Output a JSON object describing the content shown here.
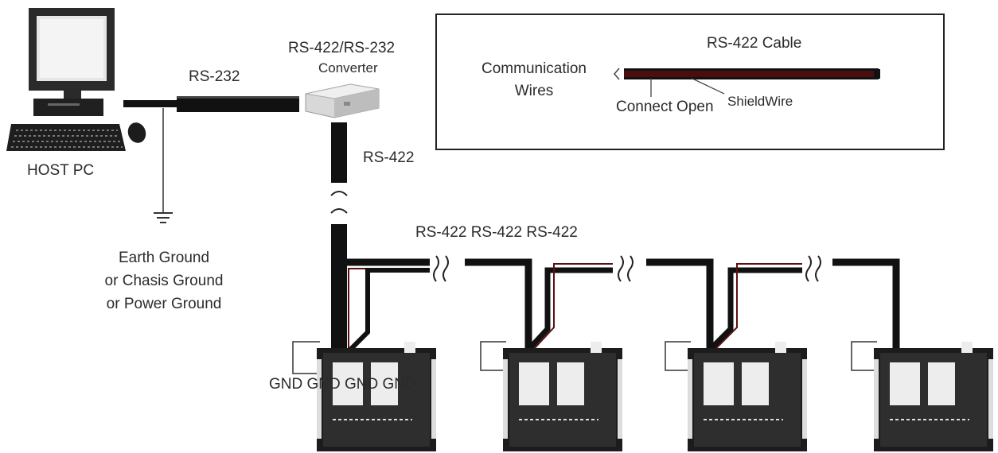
{
  "labels": {
    "host_pc": "HOST PC",
    "rs232": "RS-232",
    "converter_title": "RS-422/RS-232",
    "converter_sub": "Converter",
    "rs422_vertical": "RS-422",
    "rs422_segments": "RS-422 RS-422 RS-422",
    "ground_line1": "Earth Ground",
    "ground_line2": "or Chasis Ground",
    "ground_line3": "or Power Ground",
    "gnd_labels": "GND GND GND GND"
  },
  "inset": {
    "cable_title": "RS-422 Cable",
    "comm_line1": "Communication",
    "comm_line2": "Wires",
    "connect_open": "Connect Open",
    "shield_wire": "ShieldWire"
  },
  "colors": {
    "cable": "#111111",
    "wire_accent": "#6b1515",
    "board": "#1c1c1c",
    "line": "#333333"
  },
  "icons": [
    "computer-monitor-icon",
    "keyboard-icon",
    "mouse-icon",
    "ground-symbol-icon",
    "converter-box-icon",
    "controller-board-icon"
  ]
}
